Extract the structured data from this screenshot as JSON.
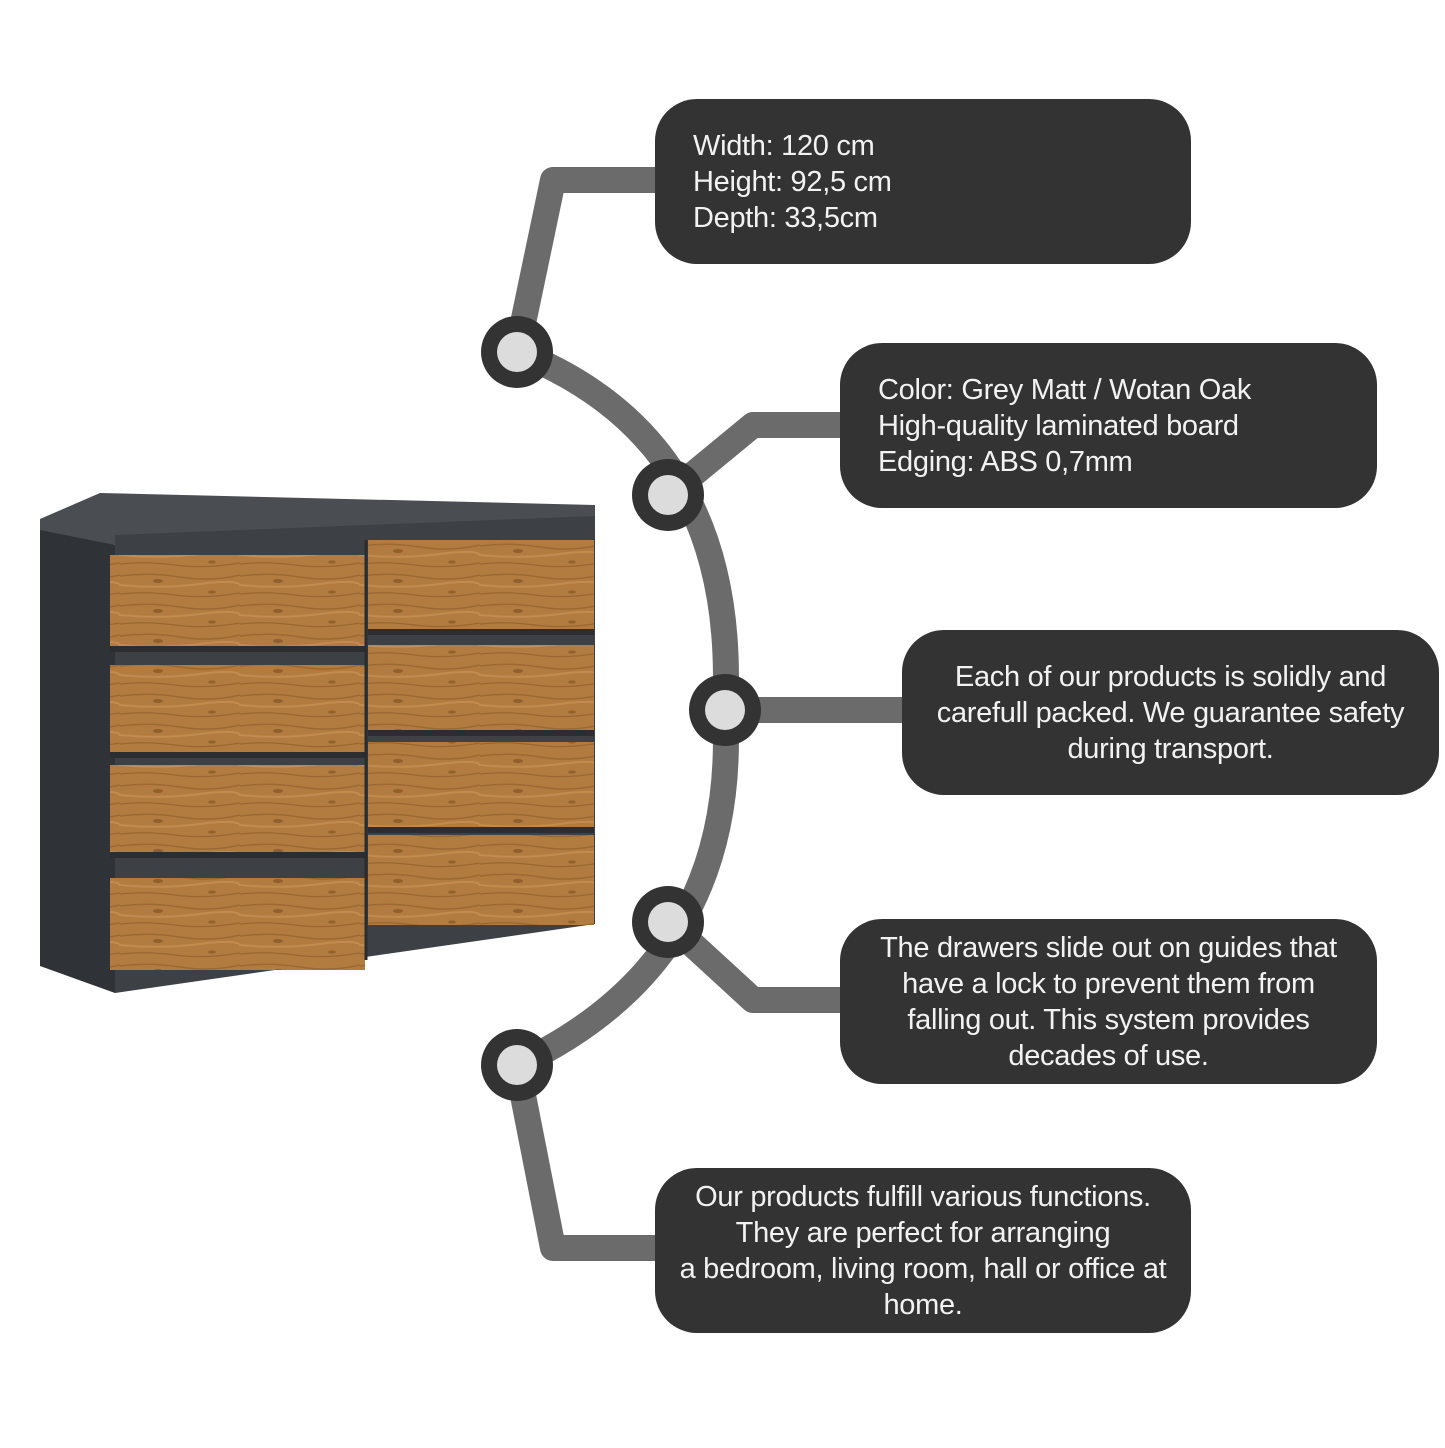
{
  "colors": {
    "background": "#ffffff",
    "box": "#333333",
    "box_text": "#f2f2f2",
    "connector": "#6b6b6b",
    "node_ring": "#333333",
    "node_fill": "#dcdcdc",
    "cabinet_body": "#3d4044",
    "oak": "#b07a3e"
  },
  "product_image": {
    "icon": "chest-of-drawers-illustration"
  },
  "features": [
    {
      "lines": [
        "Width: 120 cm",
        "Height: 92,5 cm",
        "Depth: 33,5cm"
      ]
    },
    {
      "lines": [
        "Color: Grey Matt / Wotan Oak",
        "High-quality laminated board",
        "Edging: ABS 0,7mm"
      ]
    },
    {
      "lines": [
        "Each of our products is solidly and",
        "carefull packed. We guarantee safety",
        "during transport."
      ]
    },
    {
      "lines": [
        "The drawers slide out on guides that",
        "have a lock to prevent them from",
        "falling out. This system provides",
        "decades of use."
      ]
    },
    {
      "lines": [
        "Our products fulfill various functions.",
        "They are perfect for arranging",
        "a bedroom, living room, hall or office at",
        "home."
      ]
    }
  ]
}
